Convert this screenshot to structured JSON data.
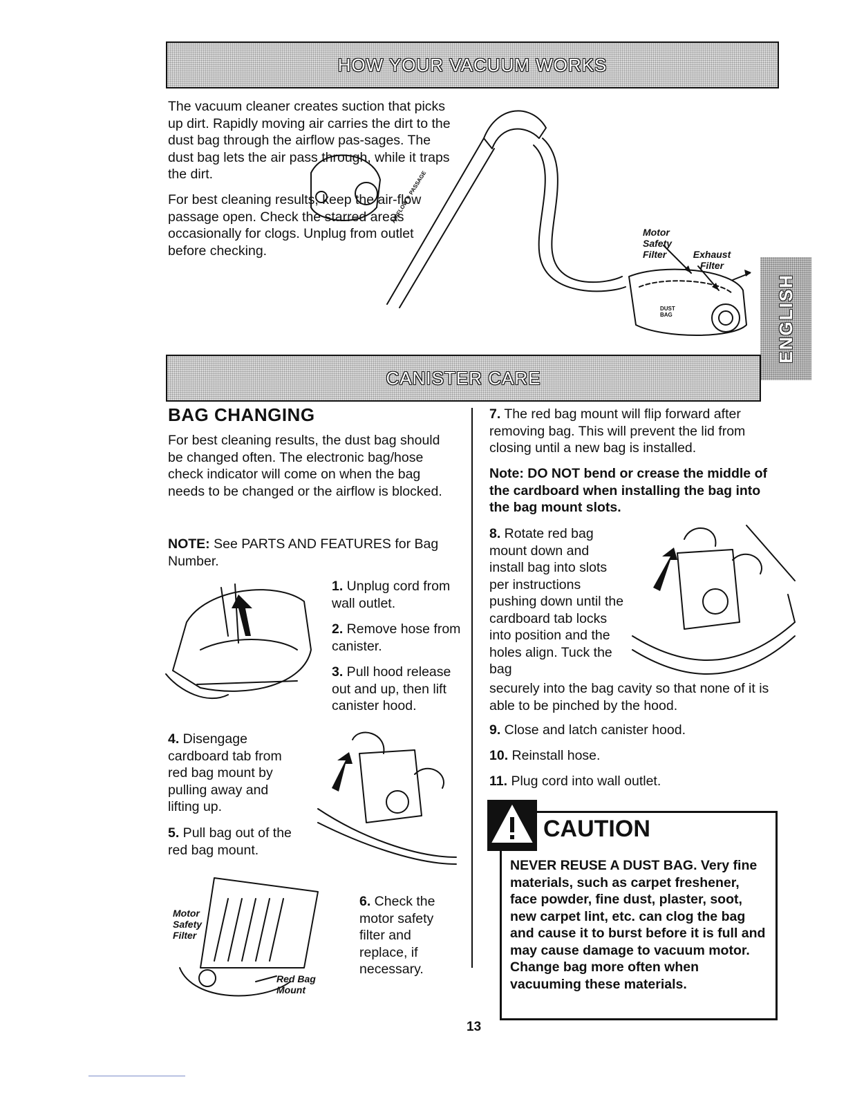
{
  "banners": {
    "how_it_works": "HOW YOUR VACUUM WORKS",
    "canister_care": "CANISTER CARE",
    "side_tab": "ENGLISH"
  },
  "intro": {
    "para1": "The vacuum cleaner creates suction that picks up dirt. Rapidly moving air carries the dirt to the dust bag through the airflow pas-sages. The dust bag lets the air pass through, while it traps the dirt.",
    "para2": "For best cleaning results, keep the air-flow passage open. Check the starred areas occasionally for clogs. Unplug from outlet before checking."
  },
  "diagram_labels": {
    "motor_safety_filter": "Motor Safety Filter",
    "exhaust_filter": "Exhaust Filter",
    "dust_bag": "DUST BAG",
    "airflow_passage": "AIRFLOW ✶ PASSAGE"
  },
  "bag_changing": {
    "heading": "BAG CHANGING",
    "intro": "For best cleaning results, the dust bag should be changed often. The electronic bag/hose check indicator will come on when the bag needs to be changed or the airflow is blocked.",
    "note_label": "NOTE:",
    "note_text": " See PARTS AND FEATURES for Bag Number.",
    "steps": [
      {
        "num": "1.",
        "text": " Unplug cord from wall outlet."
      },
      {
        "num": "2.",
        "text": " Remove hose from canister."
      },
      {
        "num": "3.",
        "text": " Pull hood release out and up, then lift canister hood."
      },
      {
        "num": "4.",
        "text": " Disengage cardboard tab from red bag mount by pulling away and lifting up."
      },
      {
        "num": "5.",
        "text": " Pull bag out of the red bag mount."
      },
      {
        "num": "6.",
        "text": " Check the motor safety filter and replace, if necessary."
      },
      {
        "num": "7.",
        "text": " The red bag mount will flip forward after removing bag. This will prevent the lid from closing until a new bag is installed."
      },
      {
        "num": "8.",
        "text": " Rotate red bag mount down and install bag into slots per instructions pushing down until the cardboard tab locks into position and the holes align. Tuck the bag securely into the bag cavity so that none of it is able to be pinched by the hood."
      },
      {
        "num": "9.",
        "text": " Close and latch canister hood."
      },
      {
        "num": "10.",
        "text": " Reinstall hose."
      },
      {
        "num": "11.",
        "text": " Plug cord into wall outlet."
      }
    ],
    "note2": "Note: DO NOT bend or crease the middle of the cardboard when installing the bag into the bag mount slots.",
    "fig_labels": {
      "motor_safety_filter": "Motor Safety Filter",
      "red_bag_mount": "Red Bag Mount"
    }
  },
  "caution": {
    "title": "CAUTION",
    "text": "NEVER REUSE A DUST BAG. Very fine materials, such as carpet freshener, face powder, fine dust, plaster, soot, new carpet lint, etc. can clog the bag and cause it to burst before it is full and may cause damage to vacuum motor. Change bag more often when vacuuming these materials."
  },
  "page_number": "13"
}
